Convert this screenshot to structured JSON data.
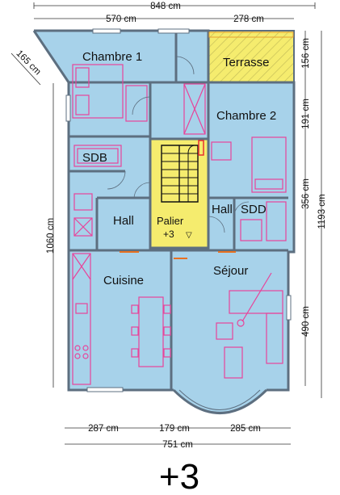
{
  "rooms": {
    "chambre1": "Chambre 1",
    "terrasse": "Terrasse",
    "chambre2": "Chambre 2",
    "sdb": "SDB",
    "hall_left": "Hall",
    "palier": "Palier",
    "palier_level": "+3",
    "hall_right": "Hall",
    "sdd": "SDD",
    "cuisine": "Cuisine",
    "sejour": "Séjour"
  },
  "dimensions": {
    "top_total": "848 cm",
    "top_left": "570 cm",
    "top_right": "278 cm",
    "diagonal": "165 cm",
    "left_height": "1060 cm",
    "right_1": "156 cm",
    "right_2": "191 cm",
    "right_3": "356 cm",
    "right_4": "490 cm",
    "right_total": "1193 cm",
    "bottom_1": "287 cm",
    "bottom_2": "179 cm",
    "bottom_3": "285 cm",
    "bottom_total": "751 cm"
  },
  "floor_label": "+3",
  "colors": {
    "room": "#a7d2ea",
    "stair": "#f5ec6e",
    "terrace": "#f5ec6e",
    "wall": "#5d6f80",
    "furniture": "#e8449a"
  }
}
